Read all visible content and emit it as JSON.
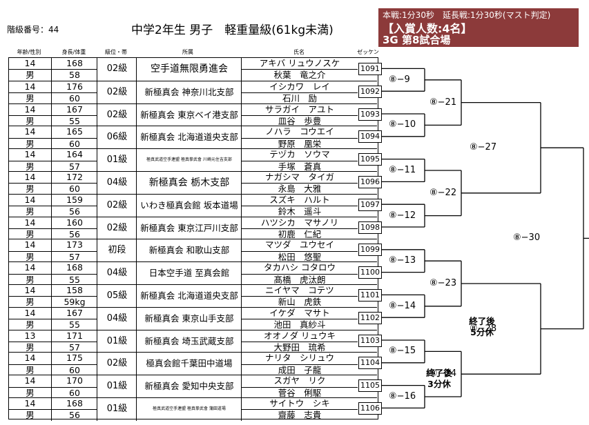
{
  "header": {
    "class_number": "階級番号：44",
    "title": "中学2年生 男子　軽重量級(61kg未満)",
    "rule": "本戦:1分30秒　延長戦:1分30秒(マスト判定)",
    "winners": "【入賞人数:4名】",
    "court": "3G 第8試合場"
  },
  "columns": {
    "age_sex": "年齢/性別",
    "height_weight": "身長/体重",
    "rank": "級位・帯",
    "affiliation": "所属",
    "name": "氏名",
    "zekken": "ゼッケン"
  },
  "athletes": [
    {
      "age": "14",
      "sex": "男",
      "height": "168",
      "weight": "58",
      "rank": "02級",
      "affiliation": "空手道無限勇進会",
      "kana": "アキバ リュウノスケ",
      "name": "秋葉　竜之介",
      "zekken": "1091"
    },
    {
      "age": "14",
      "sex": "男",
      "height": "176",
      "weight": "60",
      "rank": "02級",
      "affiliation": "新極真会 神奈川北支部",
      "kana": "イシカワ　レイ",
      "name": "石川　励",
      "zekken": "1092"
    },
    {
      "age": "14",
      "sex": "男",
      "height": "167",
      "weight": "55",
      "rank": "02級",
      "affiliation": "新極真会 東京ベイ港支部",
      "kana": "サラガイ　アユト",
      "name": "皿谷　歩豊",
      "zekken": "1093"
    },
    {
      "age": "14",
      "sex": "男",
      "height": "165",
      "weight": "60",
      "rank": "06級",
      "affiliation": "新極真会 北海道道央支部",
      "kana": "ノハラ　コウエイ",
      "name": "野原　凰栄",
      "zekken": "1094"
    },
    {
      "age": "14",
      "sex": "男",
      "height": "164",
      "weight": "57",
      "rank": "01級",
      "affiliation": "極真武道空手連盟 極真拳武會 川崎元住吉支部",
      "kana": "テヅカ　ソウマ",
      "name": "手塚　蒼真",
      "zekken": "1095"
    },
    {
      "age": "14",
      "sex": "男",
      "height": "172",
      "weight": "60",
      "rank": "04級",
      "affiliation": "新極真会 栃木支部",
      "kana": "ナガシマ　タイガ",
      "name": "永島　大雅",
      "zekken": "1096"
    },
    {
      "age": "14",
      "sex": "男",
      "height": "159",
      "weight": "56",
      "rank": "02級",
      "affiliation": "いわき極真会館 坂本道場",
      "kana": "スズキ　ハルト",
      "name": "鈴木　遥斗",
      "zekken": "1097"
    },
    {
      "age": "14",
      "sex": "男",
      "height": "160",
      "weight": "56",
      "rank": "02級",
      "affiliation": "新極真会 東京江戸川支部",
      "kana": "ハツシカ　マサノリ",
      "name": "初鹿　仁紀",
      "zekken": "1098"
    },
    {
      "age": "14",
      "sex": "男",
      "height": "173",
      "weight": "57",
      "rank": "初段",
      "affiliation": "新極真会 和歌山支部",
      "kana": "マツダ　ユウセイ",
      "name": "松田　悠聖",
      "zekken": "1099"
    },
    {
      "age": "14",
      "sex": "男",
      "height": "168",
      "weight": "55",
      "rank": "04級",
      "affiliation": "日本空手道 至真会館",
      "kana": "タカハシ コタロウ",
      "name": "髙橋　虎汰朗",
      "zekken": "1100"
    },
    {
      "age": "14",
      "sex": "男",
      "height": "158",
      "weight": "59kg",
      "rank": "05級",
      "affiliation": "新極真会 北海道道央支部",
      "kana": "ニイヤマ　コテツ",
      "name": "新山　虎鉄",
      "zekken": "1101"
    },
    {
      "age": "14",
      "sex": "男",
      "height": "167",
      "weight": "55",
      "rank": "04級",
      "affiliation": "新極真会 東京山手支部",
      "kana": "イケダ　マサト",
      "name": "池田　真紗斗",
      "zekken": "1102"
    },
    {
      "age": "13",
      "sex": "男",
      "height": "171",
      "weight": "57",
      "rank": "01級",
      "affiliation": "新極真会 埼玉武蔵支部",
      "kana": "オオノダ リュウキ",
      "name": "大野田　琉希",
      "zekken": "1103"
    },
    {
      "age": "14",
      "sex": "男",
      "height": "175",
      "weight": "60",
      "rank": "02級",
      "affiliation": "極真会館千葉田中道場",
      "kana": "ナリタ　シリュウ",
      "name": "成田　子龍",
      "zekken": "1104"
    },
    {
      "age": "14",
      "sex": "男",
      "height": "170",
      "weight": "60",
      "rank": "01級",
      "affiliation": "新極真会 愛知中央支部",
      "kana": "スガヤ　リク",
      "name": "菅谷　俐駆",
      "zekken": "1105"
    },
    {
      "age": "14",
      "sex": "男",
      "height": "168",
      "weight": "56",
      "rank": "01級",
      "affiliation": "極真武道空手連盟 極真拳武會 蒲田道場",
      "kana": "サイトウ　シキ",
      "name": "齋藤　志貴",
      "zekken": "1106"
    }
  ],
  "bracket": {
    "round1": [
      "⑧−9",
      "⑧−10",
      "⑧−11",
      "⑧−12",
      "⑧−13",
      "⑧−14",
      "⑧−15",
      "⑧−16"
    ],
    "round2": [
      "⑧−21",
      "⑧−22",
      "⑧−23",
      "⑧−24"
    ],
    "semi": [
      "⑧−27",
      "⑧−28"
    ],
    "final": "⑧−30",
    "note_24": "終了後\n3分休",
    "note_28": "終了後\n5分休"
  }
}
